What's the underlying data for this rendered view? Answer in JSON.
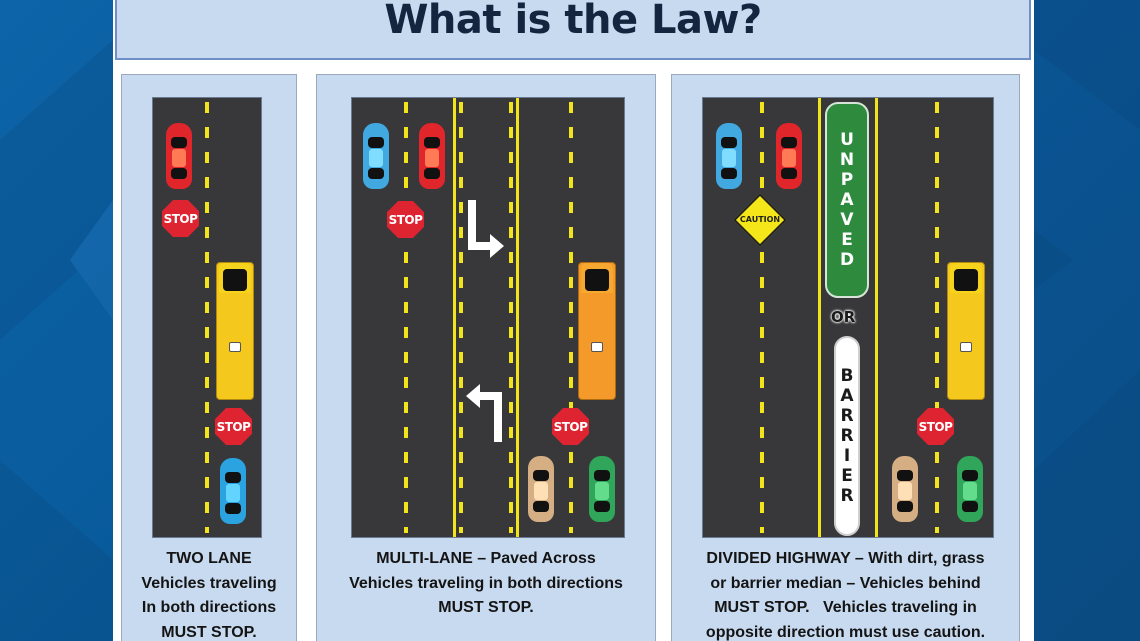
{
  "title": "What is the Law?",
  "colors": {
    "background_blue": "#0a5a9a",
    "panel_fill": "#c8daf0",
    "title_border": "#6f8fc8",
    "road": "#38383a",
    "lane_marking": "#f2e41c",
    "stop_sign": "#de2430",
    "caution_sign": "#f5e61a",
    "median_green": "#2e8b3e",
    "median_white": "#ffffff",
    "bus_yellow": "#f4c81c",
    "bus_orange": "#f39a2a"
  },
  "panels": [
    {
      "id": "two-lane",
      "caption_lines": [
        "TWO LANE",
        "Vehicles traveling",
        "In both directions",
        "MUST STOP."
      ],
      "signs": {
        "stop_top": "STOP",
        "stop_bottom": "STOP"
      },
      "vehicles": [
        "red-car",
        "yellow-school-bus",
        "blue-car"
      ]
    },
    {
      "id": "multi-lane",
      "caption_lines": [
        "MULTI-LANE – Paved Across",
        "Vehicles traveling in both directions",
        "MUST STOP."
      ],
      "signs": {
        "stop_top": "STOP",
        "stop_bottom": "STOP"
      },
      "arrows": [
        "turn-right-arrow",
        "turn-left-arrow"
      ],
      "vehicles": [
        "blue-car",
        "red-car",
        "orange-school-bus",
        "tan-car",
        "green-car"
      ]
    },
    {
      "id": "divided-highway",
      "caption_lines": [
        "DIVIDED HIGHWAY – With dirt, grass",
        "or barrier median – Vehicles behind",
        "MUST STOP.   Vehicles traveling in",
        "opposite direction must use caution."
      ],
      "signs": {
        "caution": "CAUTION",
        "stop_bottom": "STOP"
      },
      "median": {
        "unpaved_letters": [
          "U",
          "N",
          "P",
          "A",
          "V",
          "E",
          "D"
        ],
        "or_label": "OR",
        "barrier_letters": [
          "B",
          "A",
          "R",
          "R",
          "I",
          "E",
          "R"
        ]
      },
      "vehicles": [
        "blue-car",
        "red-car",
        "yellow-school-bus",
        "tan-car",
        "green-car"
      ]
    }
  ]
}
